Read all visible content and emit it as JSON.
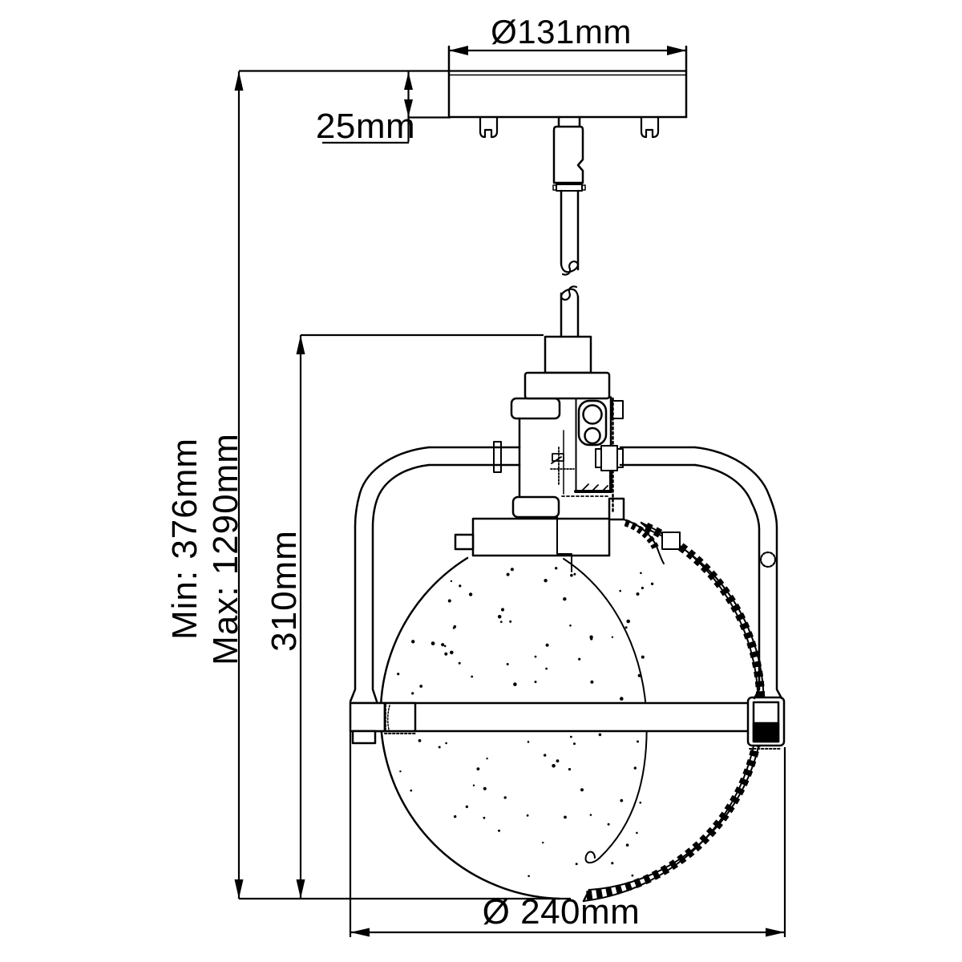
{
  "page": {
    "background": "#ffffff",
    "line_color": "#000000",
    "description_labels_only": true
  },
  "dimensions": {
    "canopy_diameter": {
      "label": "Ø131mm"
    },
    "canopy_height": {
      "label": "25mm"
    },
    "overall_height_min": {
      "label": "Min: 376mm"
    },
    "overall_height_max": {
      "label": "Max: 1290mm"
    },
    "body_height": {
      "label": "310mm"
    },
    "globe_diameter": {
      "label": "Ø 240mm"
    }
  }
}
